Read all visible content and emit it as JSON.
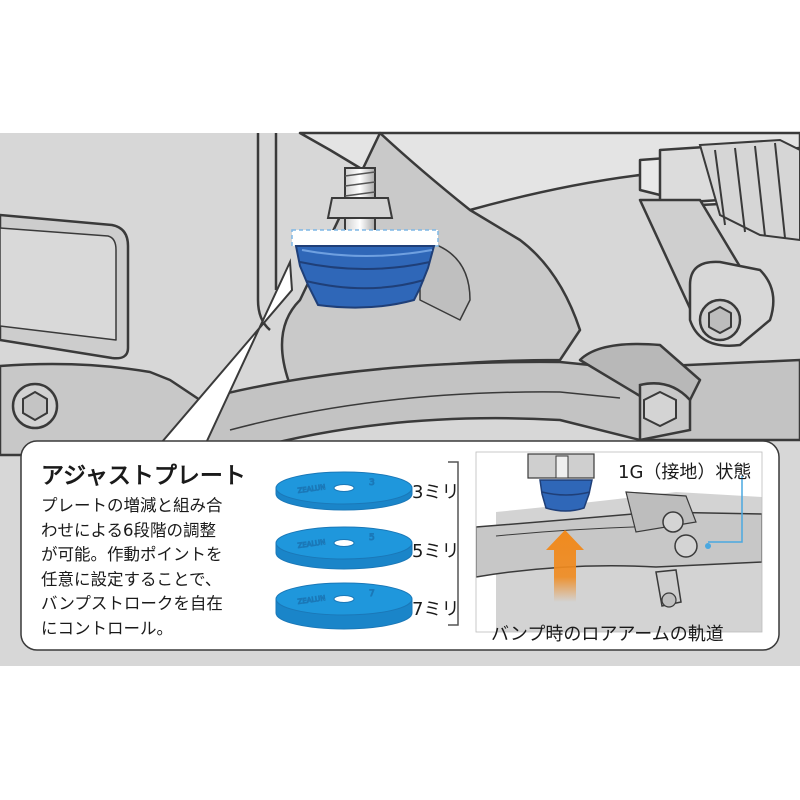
{
  "plate_section": {
    "title": "アジャストプレート",
    "description_lines": [
      "プレートの増減と組み合",
      "わせによる6段階の調整",
      "が可能。作動ポイントを",
      "任意に設定することで、",
      "バンプストロークを自在",
      "にコントロール。"
    ]
  },
  "plates": [
    {
      "label": "3ミリ",
      "mark": "3"
    },
    {
      "label": "5ミリ",
      "mark": "5"
    },
    {
      "label": "7ミリ",
      "mark": "7"
    }
  ],
  "inset": {
    "state_label": "1G（接地）状態",
    "trajectory_label": "バンプ時のロアアームの軌道"
  },
  "colors": {
    "background_gray": "#d7d7d7",
    "stopper_blue": "#2f67b8",
    "plate_blue": "#1f97dc",
    "arrow_orange": "#f08a1e",
    "callout_line": "#4aa8e0"
  }
}
